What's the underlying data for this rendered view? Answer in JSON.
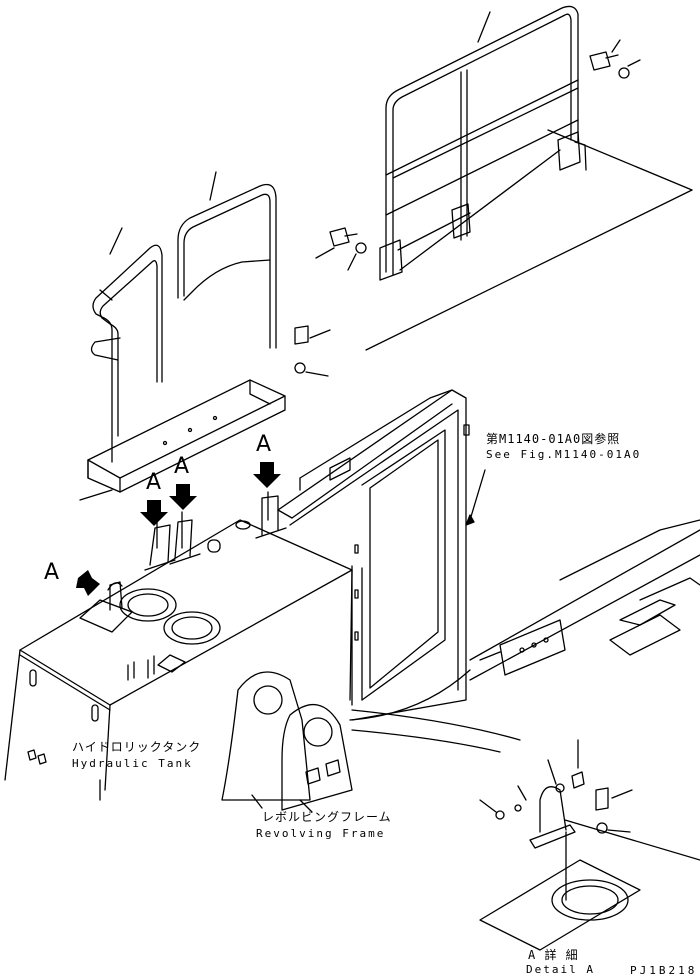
{
  "labels": {
    "see_fig_jp": "第M1140-01A0図参照",
    "see_fig_en": "See Fig.M1140-01A0",
    "hydraulic_tank_jp": "ハイドロリックタンク",
    "hydraulic_tank_en": "Hydraulic Tank",
    "revolving_frame_jp": "レボルビングフレーム",
    "revolving_frame_en": "Revolving Frame",
    "detail_a_jp": "A 詳 細",
    "detail_a_en": "Detail A",
    "drawing_code": "PJ1B218",
    "view_marker": "A"
  }
}
